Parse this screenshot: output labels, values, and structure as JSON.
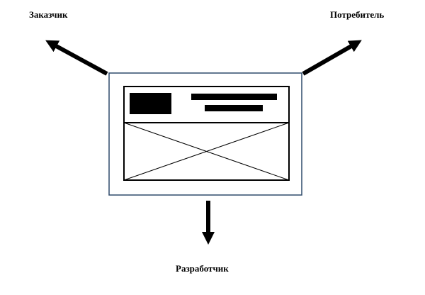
{
  "diagram": {
    "labels": {
      "customer": "Заказчик",
      "consumer": "Потребитель",
      "developer": "Разработчик"
    },
    "colors": {
      "frame_border": "#2e4a6b",
      "ink": "#000000",
      "background": "#ffffff"
    },
    "icons": [
      "arrow-up-left-icon",
      "arrow-up-right-icon",
      "arrow-down-icon",
      "wireframe-image-placeholder-icon"
    ]
  }
}
